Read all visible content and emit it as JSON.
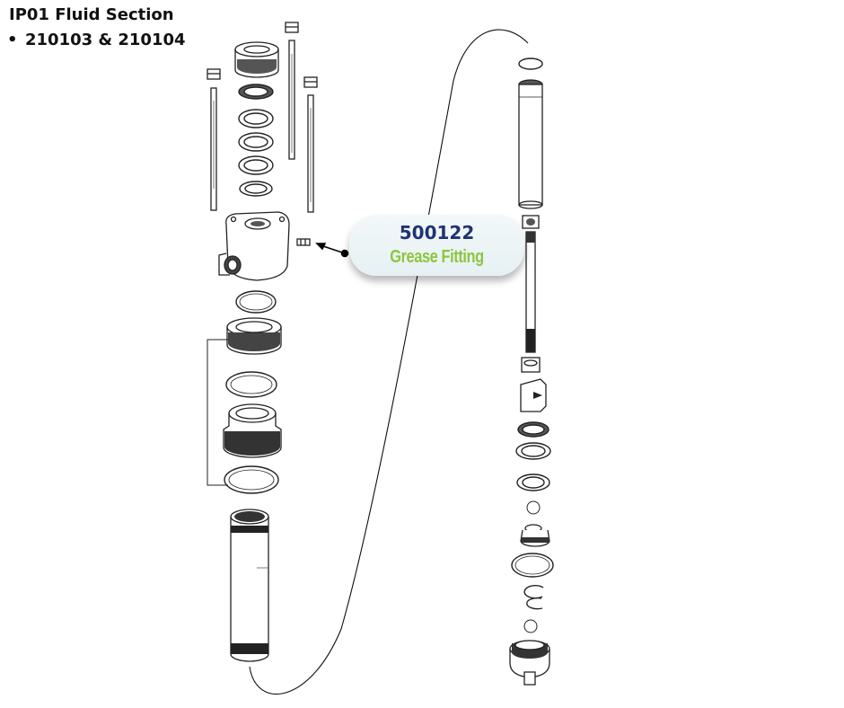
{
  "header": {
    "title": "IP01 Fluid Section",
    "bullets": [
      "210103 & 210104"
    ]
  },
  "callout": {
    "part_number": "500122",
    "part_name": "Grease Fitting"
  },
  "colors": {
    "part_number": "#1f3473",
    "part_name": "#8cc63f",
    "callout_bg": "#e9f2f4",
    "line_art": "#222222"
  }
}
